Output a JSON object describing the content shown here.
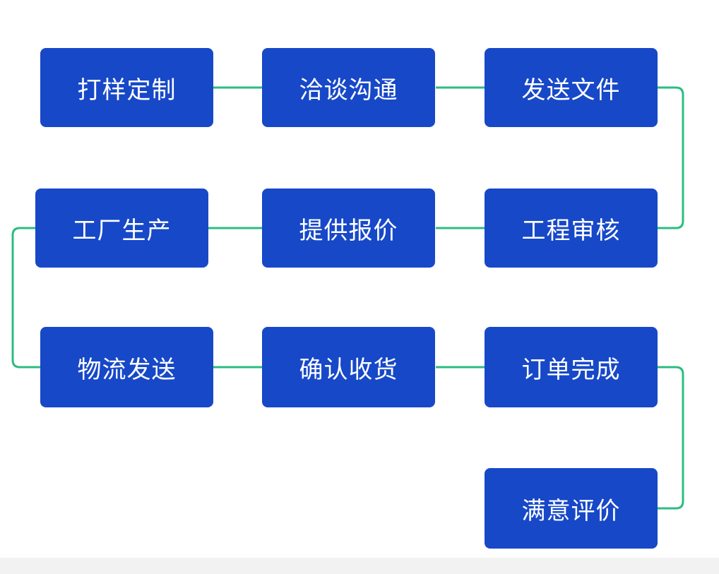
{
  "diagram": {
    "type": "flowchart",
    "description": "serpentine order process flow, 10 steps",
    "nodes": [
      {
        "id": "step-1",
        "label": "打样定制",
        "row": 1,
        "col": 1
      },
      {
        "id": "step-2",
        "label": "洽谈沟通",
        "row": 1,
        "col": 2
      },
      {
        "id": "step-3",
        "label": "发送文件",
        "row": 1,
        "col": 3
      },
      {
        "id": "step-4",
        "label": "工厂生产",
        "row": 2,
        "col": 1
      },
      {
        "id": "step-5",
        "label": "提供报价",
        "row": 2,
        "col": 2
      },
      {
        "id": "step-6",
        "label": "工程审核",
        "row": 2,
        "col": 3
      },
      {
        "id": "step-7",
        "label": "物流发送",
        "row": 3,
        "col": 1
      },
      {
        "id": "step-8",
        "label": "确认收货",
        "row": 3,
        "col": 2
      },
      {
        "id": "step-9",
        "label": "订单完成",
        "row": 3,
        "col": 3
      },
      {
        "id": "step-10",
        "label": "满意评价",
        "row": 4,
        "col": 3
      }
    ],
    "connections": [
      {
        "from": "打样定制",
        "to": "洽谈沟通"
      },
      {
        "from": "洽谈沟通",
        "to": "发送文件"
      },
      {
        "from": "发送文件",
        "to": "工程审核"
      },
      {
        "from": "工程审核",
        "to": "提供报价"
      },
      {
        "from": "提供报价",
        "to": "工厂生产"
      },
      {
        "from": "工厂生产",
        "to": "物流发送"
      },
      {
        "from": "物流发送",
        "to": "确认收货"
      },
      {
        "from": "确认收货",
        "to": "订单完成"
      },
      {
        "from": "订单完成",
        "to": "满意评价"
      }
    ]
  },
  "colors": {
    "node_fill": "#1748c8",
    "node_text": "#ffffff",
    "connector": "#2bbd80",
    "background": "#ffffff",
    "footer_bar": "#f2f2f2"
  }
}
